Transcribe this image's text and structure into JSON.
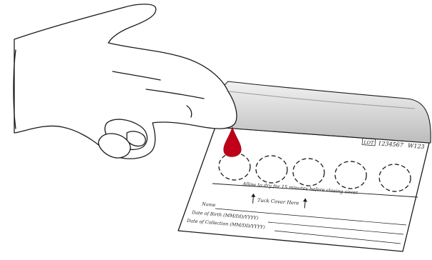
{
  "card": {
    "lot_badge": "LOT",
    "serial": "1234567",
    "code": "W123",
    "instruction": "Allow to dry for 15 minutes before closing cover",
    "tuck_label": "Tuck Cover Here",
    "fields": [
      {
        "label": "Name"
      },
      {
        "label": "Date of Birth (MM/DD/YYYY)"
      },
      {
        "label": "Date of Collection (MM/DD/YYYY)"
      }
    ],
    "circle_count": 5
  },
  "colors": {
    "outline": "#1a1a1a",
    "blood": "#c00018",
    "cover_shade": "#c9c9c9",
    "cover_light": "#ececec"
  },
  "icons": {
    "finger": "hand-pressing-icon",
    "drop": "blood-drop-icon"
  }
}
